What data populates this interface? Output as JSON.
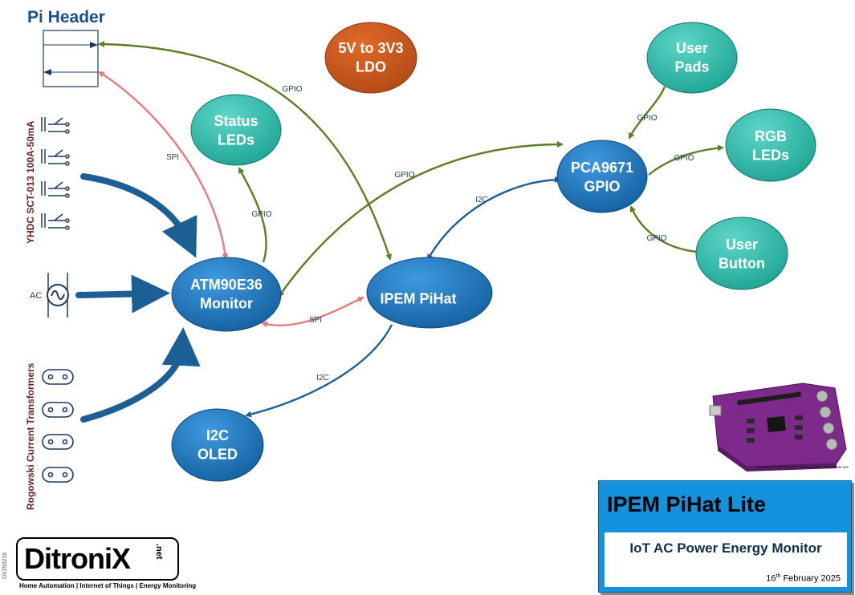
{
  "title": "Pi Header",
  "nodes": {
    "ldo": "5V to 3V3\nLDO",
    "user_pads": "User\nPads",
    "status_leds": "Status\nLEDs",
    "pca9671": "PCA9671\nGPIO",
    "rgb_leds": "RGB\nLEDs",
    "user_button": "User\nButton",
    "atm90e36": "ATM90E36\nMonitor",
    "ipem_pihat": "IPEM PiHat",
    "i2c_oled": "I2C\nOLED"
  },
  "edges": {
    "gpio": "GPIO",
    "spi": "SPI",
    "i2c": "I2C"
  },
  "side_labels": {
    "ct": "YHDC SCT-013 100A-50mA",
    "ac": "AC",
    "rogowski": "Rogowski Current Transformers"
  },
  "board_caption": "ditronix.net | 3D Render | Pre-Production IPEM PiHat Lite",
  "title_block": {
    "title": "IPEM PiHat Lite",
    "subtitle": "IoT AC Power Energy Monitor",
    "date_day": "16",
    "date_suffix": "th",
    "date_rest": " February 2025"
  },
  "logo": {
    "name": "DitroniX",
    "net": ".net",
    "tagline": "Home Automation | Internet of Things | Energy Monitoring"
  },
  "doc_id": "DX250216",
  "colors": {
    "node_blue": "#1e6fb5",
    "node_teal": "#29b6a8",
    "node_orange": "#c8581c",
    "gpio": "#5b7f22",
    "spi": "#e77b7b",
    "i2c": "#1c5f94",
    "thick": "#1c5f94",
    "sidelabel": "#6a1f1f"
  }
}
